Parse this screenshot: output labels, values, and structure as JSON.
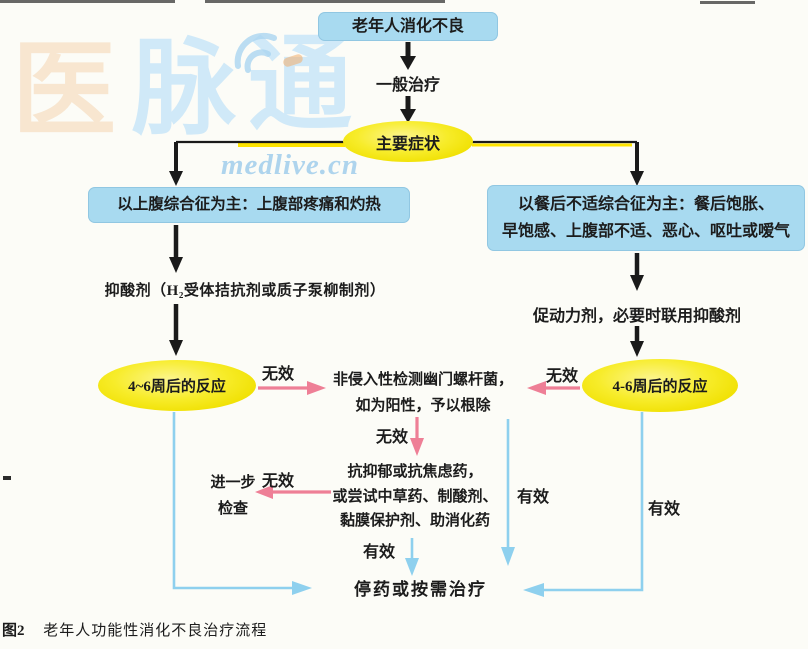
{
  "watermark": {
    "char1": "医",
    "char2": "脉",
    "char3": "通",
    "site": "medlive.cn"
  },
  "flowchart": {
    "top_box": "老年人消化不良",
    "general_treatment": "一般治疗",
    "main_symptoms": "主要症状",
    "left_box": "以上腹综合征为主：上腹部疼痛和灼热",
    "right_box_line1": "以餐后不适综合征为主：餐后饱胀、",
    "right_box_line2": "早饱感、上腹部不适、恶心、呕吐或嗳气",
    "left_treatment": "抑酸剂（H₂受体拮抗剂或质子泵柳制剂）",
    "right_treatment": "促动力剂，必要时联用抑酸剂",
    "left_response": "4~6周后的反应",
    "right_response": "4-6周后的反应",
    "hp_line1": "非侵入性检测幽门螺杆菌，",
    "hp_line2": "如为阳性，予以根除",
    "med_line1": "抗抑郁或抗焦虑药，",
    "med_line2": "或尝试中草药、制酸剂、",
    "med_line3": "黏膜保护剂、助消化药",
    "further_line1": "进一步",
    "further_line2": "检查",
    "stop_box": "停药或按需治疗",
    "label_ineffective": "无效",
    "label_effective": "有效"
  },
  "caption": {
    "tag": "图2",
    "text": "老年人功能性消化不良治疗流程"
  },
  "colors": {
    "node_blue": "#a8daf0",
    "node_yellow": "#f2e300",
    "arrow_black": "#1a1a1a",
    "arrow_pink": "#ee7f96",
    "arrow_blue": "#8ed0ee",
    "highlight_yellow": "#ffe400"
  }
}
